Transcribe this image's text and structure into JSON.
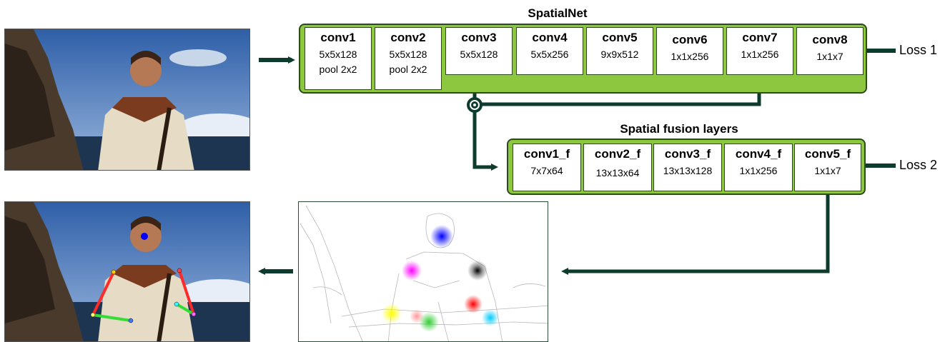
{
  "spatialnet": {
    "title": "SpatialNet",
    "layers": [
      {
        "name": "conv1",
        "dims": "5x5x128",
        "extra": "pool 2x2"
      },
      {
        "name": "conv2",
        "dims": "5x5x128",
        "extra": "pool 2x2"
      },
      {
        "name": "conv3",
        "dims": "5x5x128",
        "extra": ""
      },
      {
        "name": "conv4",
        "dims": "5x5x256",
        "extra": ""
      },
      {
        "name": "conv5",
        "dims": "9x9x512",
        "extra": ""
      },
      {
        "name": "conv6",
        "dims": "1x1x256",
        "extra": ""
      },
      {
        "name": "conv7",
        "dims": "1x1x256",
        "extra": ""
      },
      {
        "name": "conv8",
        "dims": "1x1x7",
        "extra": ""
      }
    ],
    "loss": "Loss 1"
  },
  "fusion": {
    "title": "Spatial fusion layers",
    "layers": [
      {
        "name": "conv1_f",
        "dims": "7x7x64"
      },
      {
        "name": "conv2_f",
        "dims": "13x13x64"
      },
      {
        "name": "conv3_f",
        "dims": "13x13x128"
      },
      {
        "name": "conv4_f",
        "dims": "1x1x256"
      },
      {
        "name": "conv5_f",
        "dims": "1x1x7"
      }
    ],
    "loss": "Loss 2"
  },
  "colors": {
    "block_fill": "#8dc63f",
    "block_border": "#2c4a1c",
    "arrow": "#0d3b2e",
    "heatmap_joints": [
      "#0000ff",
      "#ff00ff",
      "#000000",
      "#ff0000",
      "#00ccff",
      "#ffff00",
      "#33cc33"
    ],
    "skeleton_upper_arm": "#ff2a2a",
    "skeleton_forearm": "#33dd33"
  }
}
